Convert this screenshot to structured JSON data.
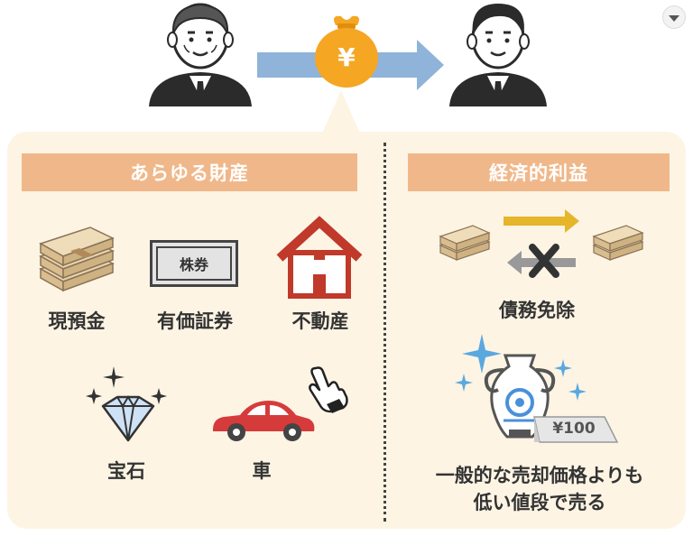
{
  "transfer": {
    "currency_symbol": "¥"
  },
  "left_section": {
    "header": "あらゆる財産",
    "items": [
      {
        "label": "現預金",
        "icon": "cash-bundle-icon"
      },
      {
        "label": "有価証券",
        "icon": "stock-certificate-icon",
        "icon_text": "株券"
      },
      {
        "label": "不動産",
        "icon": "house-icon"
      },
      {
        "label": "宝石",
        "icon": "diamond-icon"
      },
      {
        "label": "車",
        "icon": "car-icon"
      }
    ]
  },
  "right_section": {
    "header": "経済的利益",
    "debt": {
      "label": "債務免除"
    },
    "sale": {
      "price_tag": "¥100",
      "label_line1": "一般的な売却価格よりも",
      "label_line2": "低い値段で売る"
    }
  },
  "colors": {
    "header_bg": "#f0b88a",
    "panel_bg": "#fdf4e4",
    "arrow_blue": "#8fb3d9",
    "coin_orange": "#f5a623",
    "house_red": "#c0392b",
    "car_red": "#d63b3b"
  }
}
